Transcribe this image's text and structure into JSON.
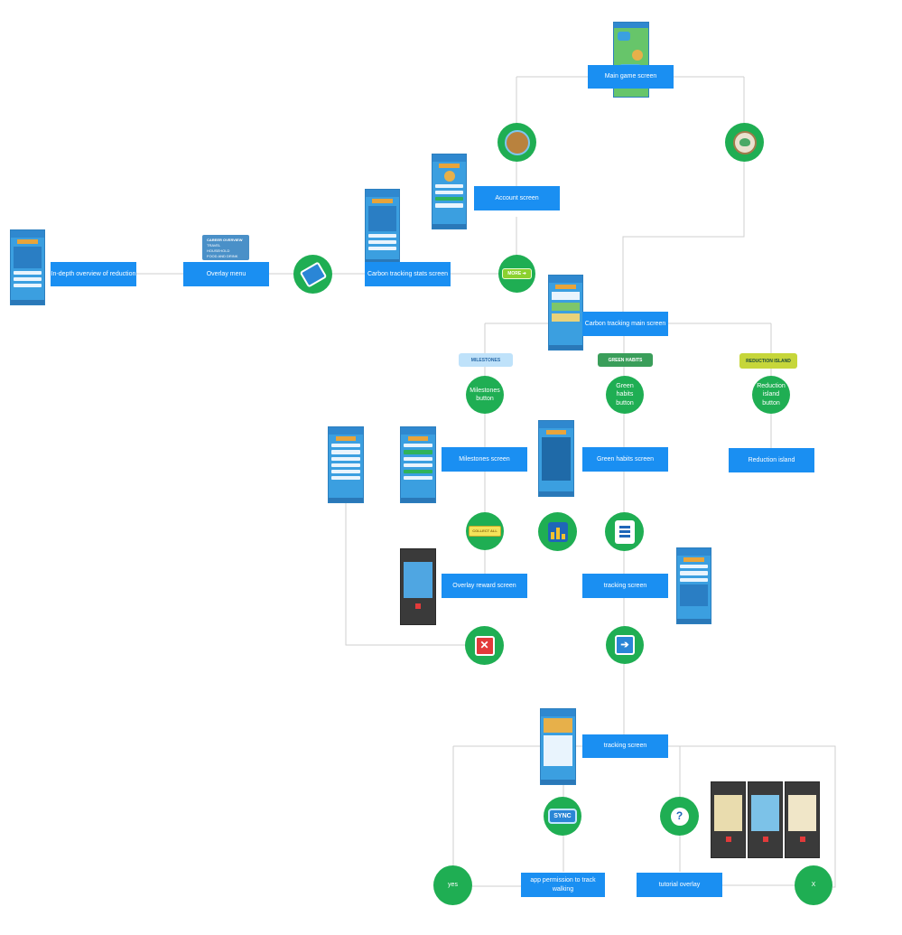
{
  "nodes": {
    "main_game_screen": "Main game screen",
    "account_screen": "Account screen",
    "carbon_tracking_stats_screen": "Carbon tracking stats screen",
    "overlay_menu": "Overlay menu",
    "in_depth_overview": "In-depth overview of reduction",
    "carbon_tracking_main_screen": "Carbon tracking main screen",
    "milestones_button": "Milestones button",
    "green_habits_button": "Green habits button",
    "reduction_island_button": "Reduction island button",
    "milestones_screen": "Milestones screen",
    "green_habits_screen": "Green habits screen",
    "reduction_island": "Reduction island",
    "overlay_reward_screen": "Overlay reward screen",
    "tracking_screen_1": "tracking screen",
    "tracking_screen_2": "tracking screen",
    "app_permission": "app permission to track walking",
    "tutorial_overlay": "tutorial overlay",
    "yes": "yes",
    "x": "X"
  },
  "icons": {
    "more_button": "MORE",
    "sync_button": "SYNC",
    "question_mark": "?",
    "collect_all": "COLLECT ALL"
  },
  "banners": {
    "milestones": "MILESTONES",
    "green_habits": "GREEN HABITS",
    "reduction_island": "REDUCTION ISLAND"
  },
  "overlay_menu_items": [
    "CAREER OVERVIEW",
    "TRAVEL",
    "HOUSEHOLD",
    "FOOD AND DRINK"
  ],
  "colors": {
    "box": "#1a8ff2",
    "circle": "#1fae53",
    "connector": "#c8c8c8",
    "screen": "#3b9fe0"
  }
}
